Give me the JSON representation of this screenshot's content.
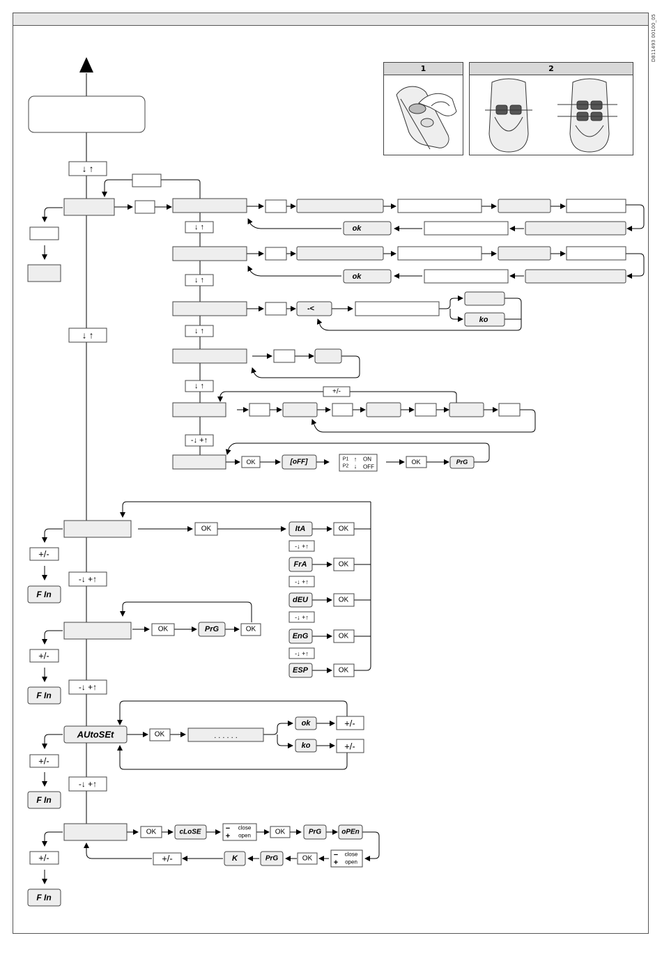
{
  "document": {
    "id": "D811493 00100_05"
  },
  "photos": {
    "panel1_label": "1",
    "panel2_label": "2"
  },
  "lcd": {
    "ok": "ok",
    "ko": "ko",
    "off": "[oFF]",
    "prg": "PrG",
    "ita": "ItA",
    "fra": "FrA",
    "deu": "dEU",
    "eng": "EnG",
    "esp": "ESP",
    "fin": "F In",
    "autoset": "AUtoSEt",
    "close": "cLoSE",
    "open": "oPEn",
    "k": "K",
    "dash_arrow": "-<",
    "dots": ".  .  .    .  .  ."
  },
  "buttons": {
    "ok": "OK",
    "plus_minus": "+/-"
  },
  "nav": {
    "down_up": "↓  ↑",
    "minus_down_plus_up": "-↓ +↑"
  },
  "remote_text": {
    "p1": "P1",
    "p2": "P2",
    "on": "ON",
    "off": "OFF"
  },
  "close_open": {
    "close": "close",
    "open": "open",
    "minus": "−",
    "plus": "+"
  }
}
